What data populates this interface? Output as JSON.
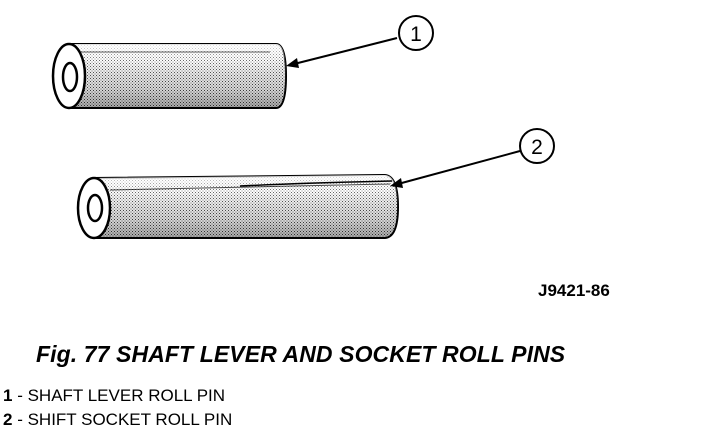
{
  "diagram": {
    "callouts": [
      {
        "number": "1",
        "part": "shaft-lever-roll-pin"
      },
      {
        "number": "2",
        "part": "shift-socket-roll-pin"
      }
    ],
    "figure_code": "J9421-86"
  },
  "figure": {
    "title": "Fig. 77 SHAFT LEVER AND SOCKET ROLL PINS"
  },
  "legend": [
    {
      "number": "1",
      "separator": " - ",
      "label": "SHAFT LEVER ROLL PIN"
    },
    {
      "number": "2",
      "separator": " - ",
      "label": "SHIFT SOCKET ROLL PIN"
    }
  ]
}
